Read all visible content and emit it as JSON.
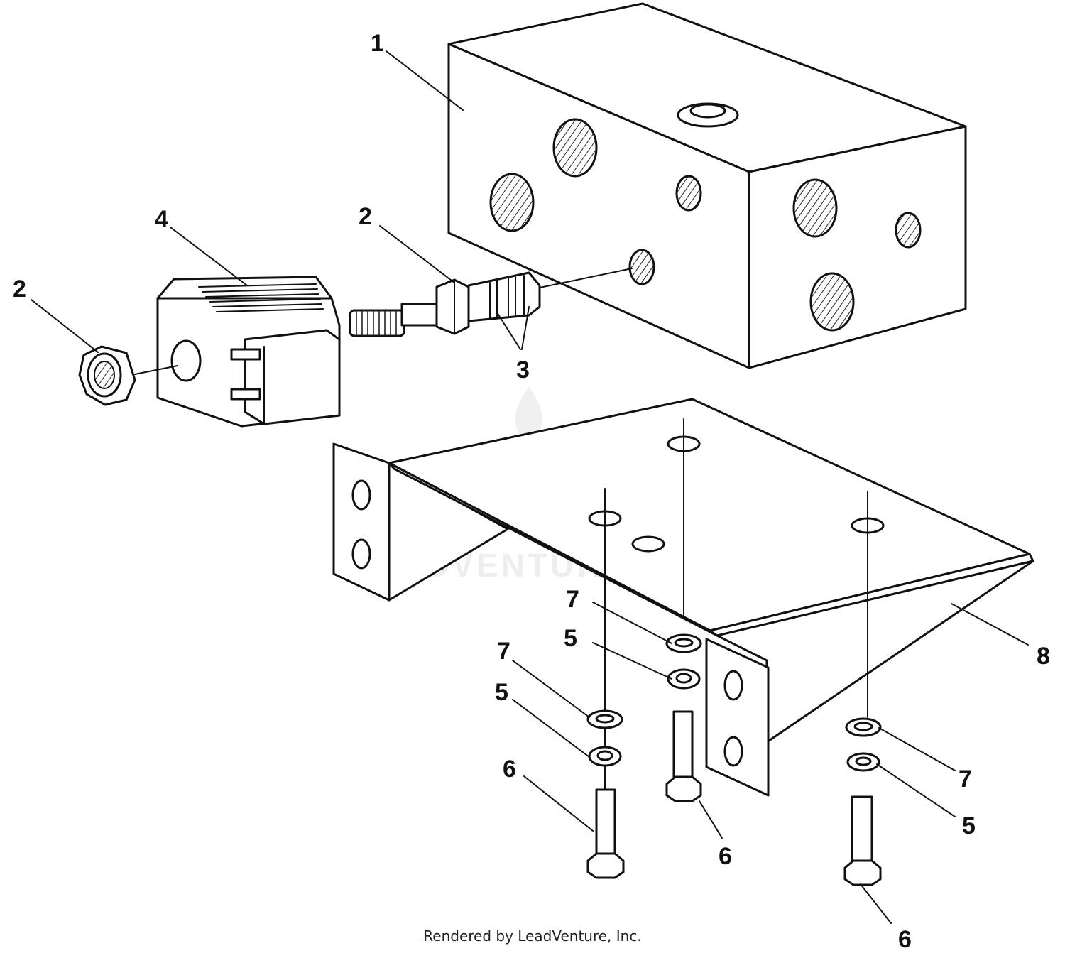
{
  "watermark": {
    "text": "LEADVENTURE",
    "color": "#eeeeee"
  },
  "footer": {
    "text": "Rendered by LeadVenture, Inc."
  },
  "callouts": [
    {
      "id": "c1",
      "label": "1"
    },
    {
      "id": "c2a",
      "label": "2"
    },
    {
      "id": "c2b",
      "label": "2"
    },
    {
      "id": "c3",
      "label": "3"
    },
    {
      "id": "c4",
      "label": "4"
    },
    {
      "id": "c5a",
      "label": "5"
    },
    {
      "id": "c5b",
      "label": "5"
    },
    {
      "id": "c5c",
      "label": "5"
    },
    {
      "id": "c6a",
      "label": "6"
    },
    {
      "id": "c6b",
      "label": "6"
    },
    {
      "id": "c6c",
      "label": "6"
    },
    {
      "id": "c7a",
      "label": "7"
    },
    {
      "id": "c7b",
      "label": "7"
    },
    {
      "id": "c7c",
      "label": "7"
    },
    {
      "id": "c8",
      "label": "8"
    }
  ],
  "colors": {
    "line": "#111111",
    "background": "#ffffff"
  }
}
